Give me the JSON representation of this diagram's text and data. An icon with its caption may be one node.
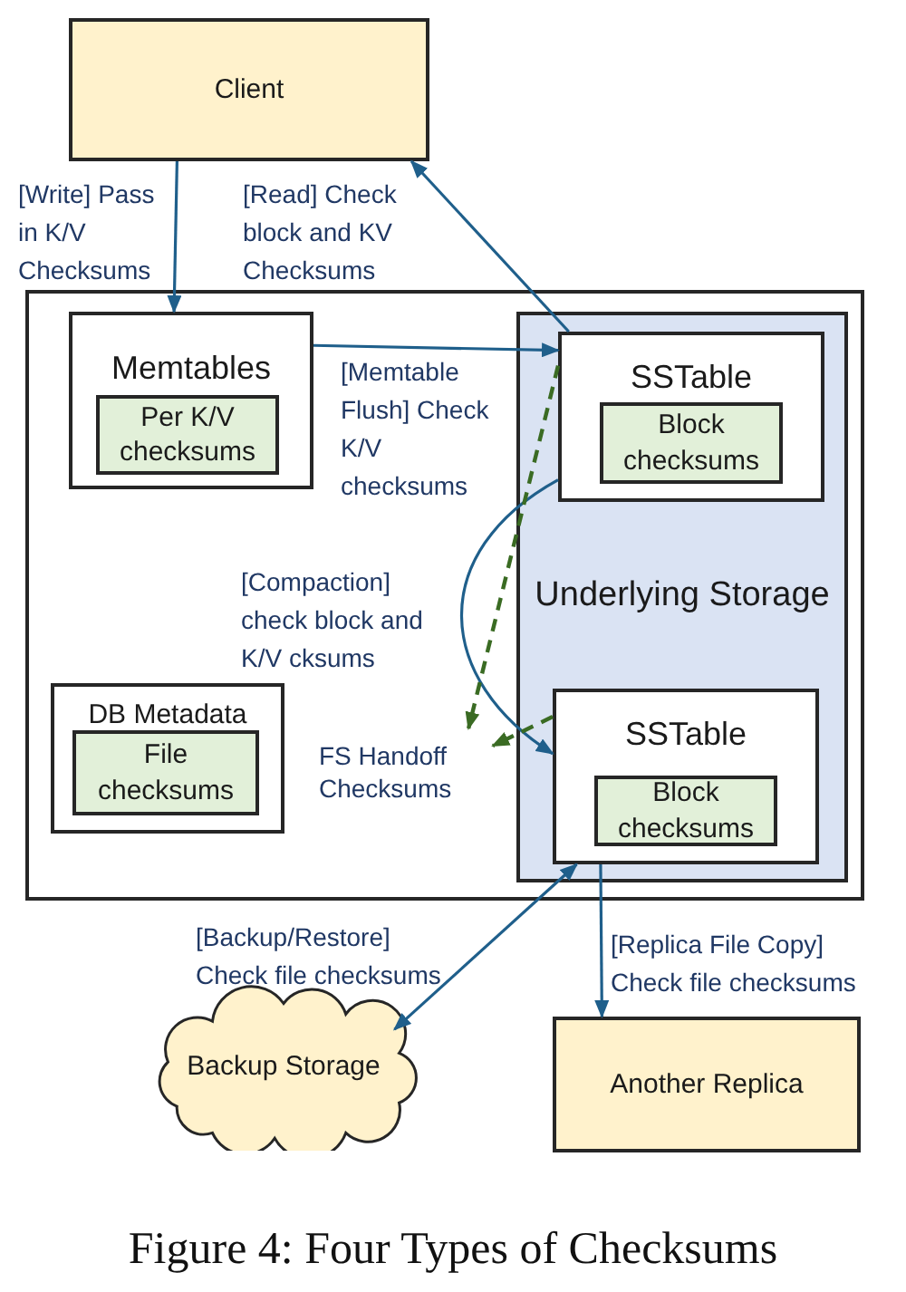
{
  "diagram": {
    "caption": "Figure 4: Four Types of Checksums",
    "nodes": [
      {
        "text": [
          "Client"
        ]
      },
      {
        "text": [],
        "shape": "box"
      },
      {
        "text": [
          "Memtables"
        ],
        "in": 1
      },
      {
        "text": [
          "Per K/V checksums"
        ],
        "in": 2
      },
      {
        "text": [
          "DB Metadata"
        ],
        "in": 1
      },
      {
        "text": [
          "File checksums"
        ],
        "in": 4
      },
      {
        "text": [
          "Underlying Storage"
        ],
        "in": 1
      },
      {
        "text": [
          "SSTable"
        ],
        "in": 6
      },
      {
        "text": [
          "Block checksums"
        ],
        "in": 7
      },
      {
        "text": [
          "SSTable"
        ],
        "in": 6
      },
      {
        "text": [
          "Block checksums"
        ],
        "in": 9
      },
      {
        "text": [
          "Backup Storage"
        ]
      },
      {
        "text": [
          "Another Replica"
        ]
      },
      {
        "text": [
          "FS Handoff Checksums"
        ],
        "in": 1
      }
    ],
    "edges": [
      {
        "from": 0,
        "to": 2,
        "arrow": "to",
        "label": "[Write] Pass in K/V Checksums"
      },
      {
        "from": 7,
        "to": 0,
        "arrow": "to",
        "label": "[Read] Check block and KV Checksums"
      },
      {
        "from": 2,
        "to": 7,
        "arrow": "to",
        "label": "[Memtable Flush] Check K/V checksums"
      },
      {
        "from": 7,
        "to": 9,
        "arrow": "to",
        "label": "[Compaction] check block and K/V cksums"
      },
      {
        "from": 7,
        "to": 13,
        "arrow": "to",
        "style": "dashed",
        "color": "#3a6b23"
      },
      {
        "from": 9,
        "to": 13,
        "arrow": "to",
        "style": "dashed",
        "color": "#3a6b23"
      },
      {
        "from": 9,
        "to": 11,
        "arrow": "both",
        "label": "[Backup/Restore] Check file checksums"
      },
      {
        "from": 9,
        "to": 12,
        "arrow": "to",
        "label": "[Replica File Copy] Check file checksums"
      }
    ]
  }
}
